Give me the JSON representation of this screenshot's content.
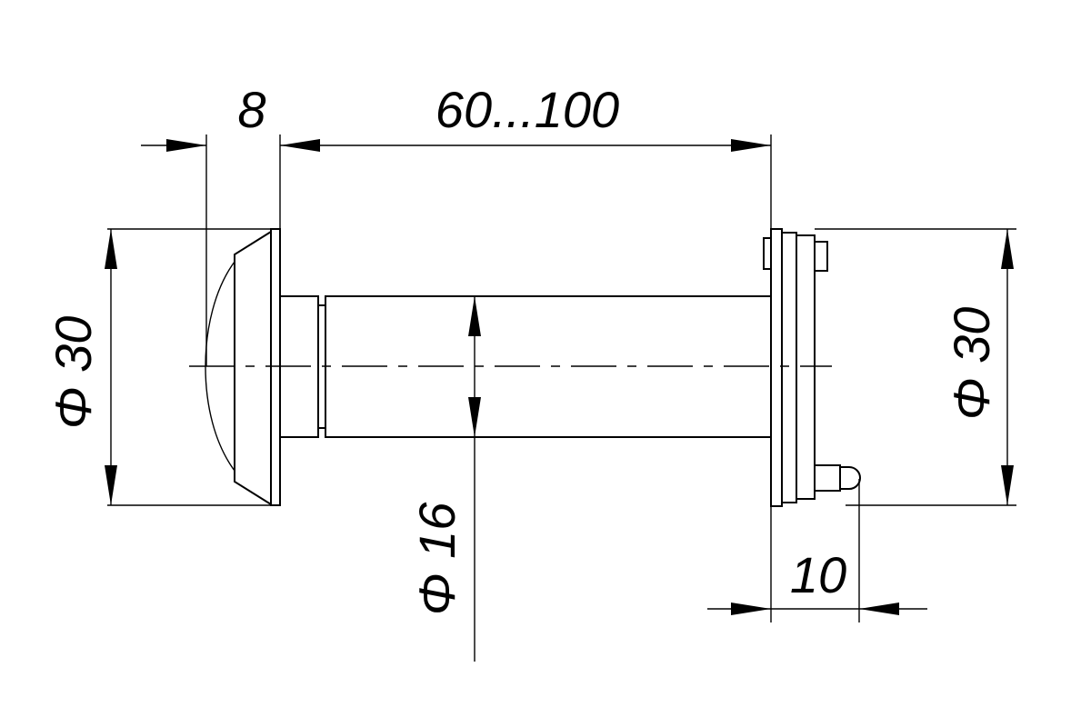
{
  "dimensions": {
    "flange_thickness": "8",
    "door_thickness_range": "60...100",
    "left_diameter": "Φ 30",
    "body_diameter": "Φ 16",
    "right_diameter": "Φ 30",
    "nut_offset": "10"
  },
  "colors": {
    "line": "#000000",
    "background": "#ffffff"
  }
}
